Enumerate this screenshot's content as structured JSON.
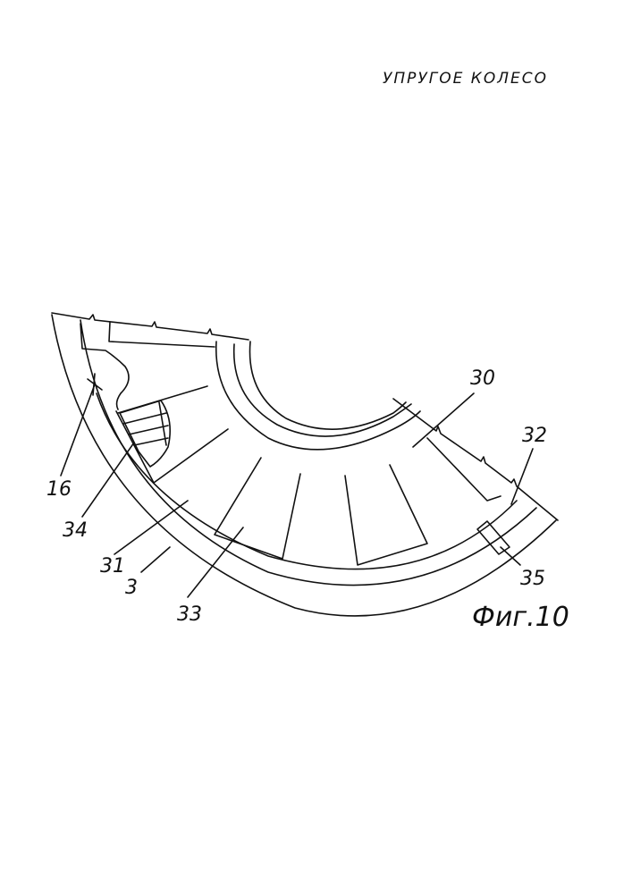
{
  "header": {
    "title": "УПРУГОЕ КОЛЕСО"
  },
  "figure": {
    "caption": "Фиг.10",
    "labels": {
      "l30": "30",
      "l32": "32",
      "l16": "16",
      "l34": "34",
      "l31": "31",
      "l3": "3",
      "l33": "33",
      "l35": "35"
    }
  }
}
